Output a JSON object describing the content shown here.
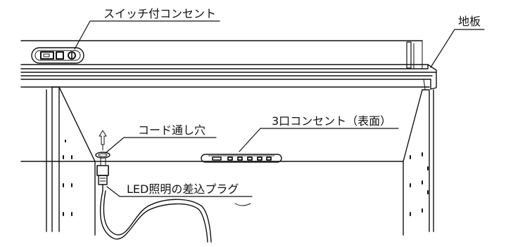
{
  "labels": {
    "switch_outlet": "スイッチ付コンセント",
    "base_board": "地板",
    "three_outlet": "3口コンセント（表面）",
    "cord_hole": "コード通し穴",
    "led_plug": "LED照明の差込プラグ"
  },
  "colors": {
    "line": "#111111",
    "fill": "#ffffff"
  }
}
